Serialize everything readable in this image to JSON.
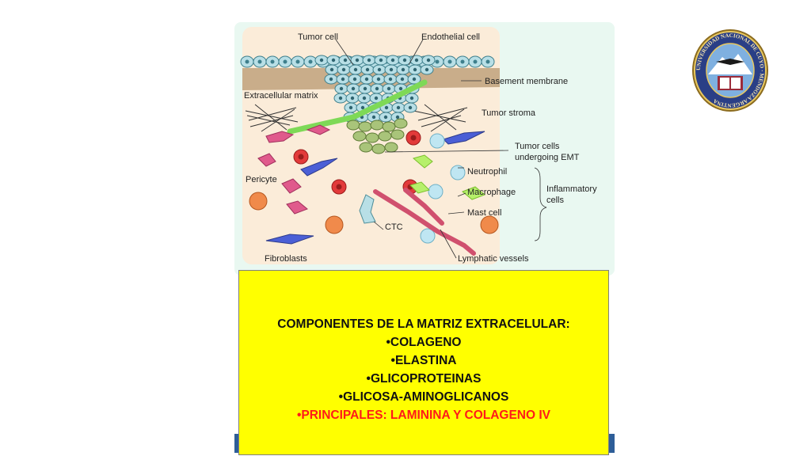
{
  "figure": {
    "labels": {
      "tumor_cell": "Tumor cell",
      "endothelial_cell": "Endothelial cell",
      "basement_membrane": "Basement membrane",
      "extracellular_matrix": "Extracellular matrix",
      "tumor_stroma": "Tumor stroma",
      "tumor_cells_emt_1": "Tumor cells",
      "tumor_cells_emt_2": "undergoing EMT",
      "pericyte": "Pericyte",
      "neutrophil": "Neutrophil",
      "macrophage": "Macrophage",
      "mast_cell": "Mast cell",
      "inflammatory_1": "Inflammatory",
      "inflammatory_2": "cells",
      "ctc": "CTC",
      "fibroblasts": "Fibroblasts",
      "lymphatic_vessels": "Lymphatic vessels"
    }
  },
  "logo": {
    "ring_text": "UNIVERSIDAD NACIONAL DE CUYO · MENDOZA ARGENTINA",
    "icon": "university-seal-icon"
  },
  "text_box": {
    "heading": "COMPONENTES DE LA MATRIZ EXTRACELULAR:",
    "items": [
      "•COLAGENO",
      "•ELASTINA",
      "•GLICOPROTEINAS",
      "•GLICOSA-AMINOGLICANOS"
    ],
    "highlight": "•PRINCIPALES: LAMININA Y COLAGENO IV"
  },
  "colors": {
    "highlight_box": "#ffff00",
    "highlight_text": "#ff1a1a",
    "panel_background": "#e9f8f1",
    "stroma_background": "#fbecd9"
  }
}
